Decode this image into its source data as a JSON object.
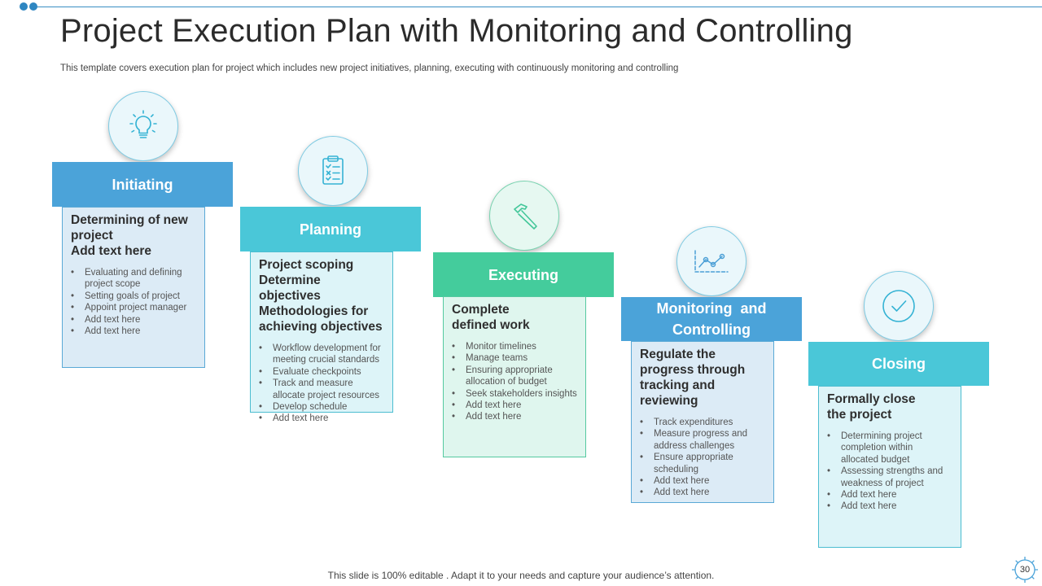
{
  "title": "Project Execution Plan with Monitoring and Controlling",
  "subtitle": "This template covers execution plan for project which includes new project initiatives, planning, executing with continuously monitoring and controlling",
  "colors": {
    "blue_header": "#4ba3d9",
    "cyan_header": "#4ac7d8",
    "green_header": "#44cc9c",
    "blue_panel": "#dcebf6",
    "cyan_panel": "#ddf4f8",
    "green_panel": "#dff6ee"
  },
  "stages": [
    {
      "icon": "lightbulb-icon",
      "label": "Initiating",
      "heading": "Determining of new project\nAdd text here",
      "bullets": [
        "Evaluating and defining project scope",
        "Setting goals of project",
        "Appoint project manager",
        "Add text here",
        "Add text here"
      ]
    },
    {
      "icon": "clipboard-checklist-icon",
      "label": "Planning",
      "heading": "Project scoping\nDetermine objectives\nMethodologies for achieving objectives",
      "bullets": [
        "Workflow development for meeting crucial standards",
        "Evaluate checkpoints",
        "Track and measure allocate project resources",
        "Develop schedule",
        "Add text here"
      ]
    },
    {
      "icon": "hammer-icon",
      "label": "Executing",
      "heading": "Complete\ndefined work",
      "bullets": [
        "Monitor timelines",
        "Manage teams",
        "Ensuring appropriate allocation of budget",
        "Seek stakeholders insights",
        "Add text here",
        "Add text here"
      ]
    },
    {
      "icon": "line-chart-icon",
      "label": "Monitoring  and Controlling",
      "heading": "Regulate the progress through tracking and reviewing",
      "bullets": [
        "Track expenditures",
        "Measure progress and address challenges",
        "Ensure appropriate scheduling",
        "Add text here",
        "Add text here"
      ]
    },
    {
      "icon": "check-circle-icon",
      "label": "Closing",
      "heading": "Formally close\nthe project",
      "bullets": [
        "Determining project completion within allocated budget",
        "Assessing strengths and weakness of project",
        "Add text here",
        "Add text here"
      ]
    }
  ],
  "footer": "This slide is 100% editable . Adapt it to your needs and capture your audience’s attention.",
  "page_number": "30"
}
